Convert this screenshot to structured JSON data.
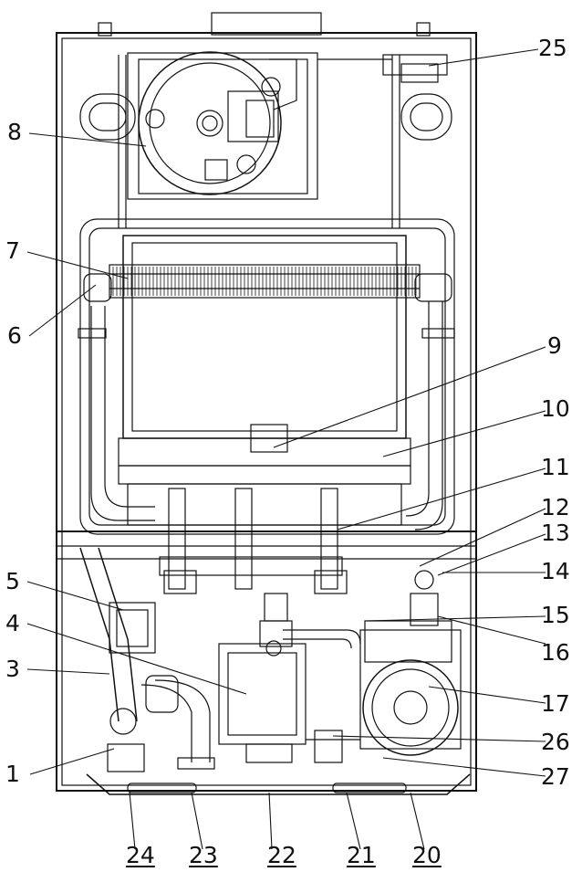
{
  "labels": {
    "l1": "1",
    "l3": "3",
    "l4": "4",
    "l5": "5",
    "l6": "6",
    "l7": "7",
    "l8": "8",
    "l9": "9",
    "l10": "10",
    "l11": "11",
    "l12": "12",
    "l13": "13",
    "l14": "14",
    "l15": "15",
    "l16": "16",
    "l17": "17",
    "l20": "20",
    "l21": "21",
    "l22": "22",
    "l23": "23",
    "l24": "24",
    "l25": "25",
    "l26": "26",
    "l27": "27"
  }
}
